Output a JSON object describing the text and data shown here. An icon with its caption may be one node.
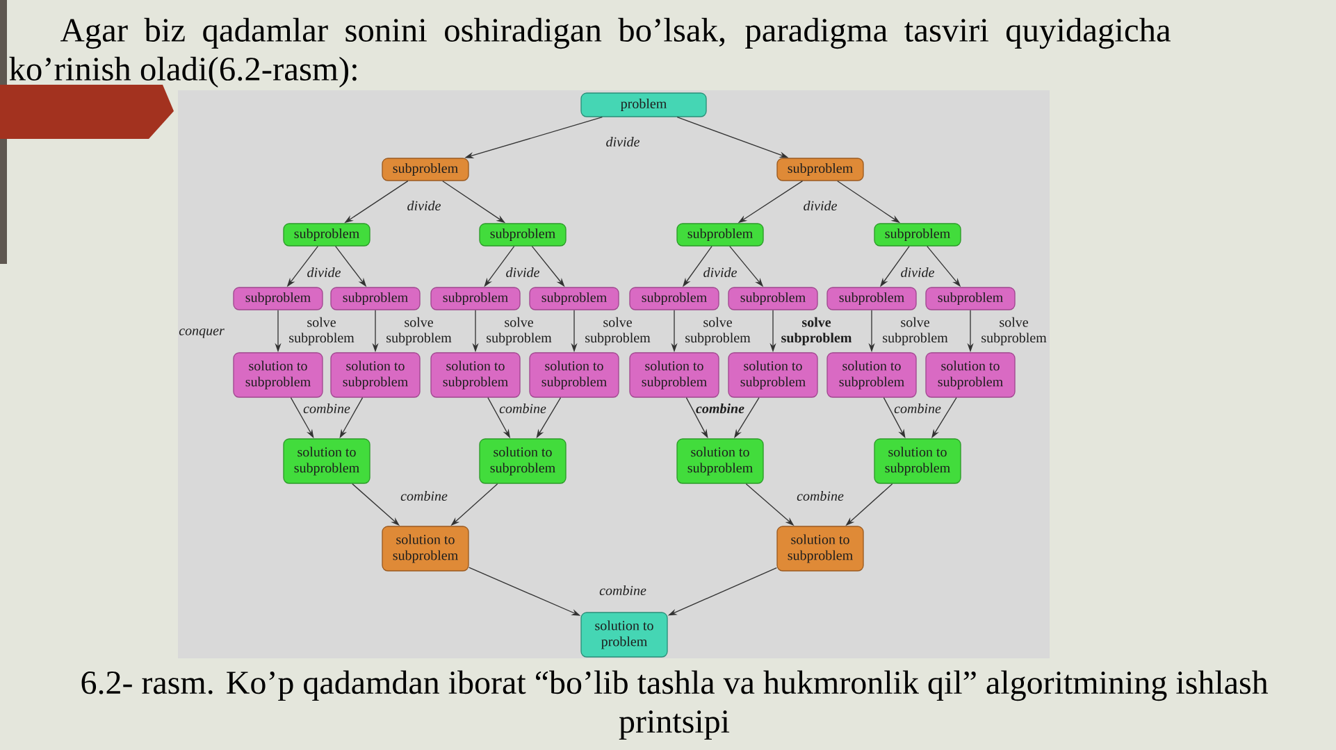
{
  "diagram": {
    "caption": "6.2- rasm. Ko’p qadamdan iborat “bo’lib tashla va hukmronlik qil” algoritmining ishlash printsipi",
    "nodes": [
      {
        "text": [
          "problem"
        ]
      },
      {
        "text": [
          "subproblem"
        ]
      },
      {
        "text": [
          "subproblem"
        ]
      },
      {
        "text": [
          "subproblem"
        ]
      },
      {
        "text": [
          "subproblem"
        ]
      },
      {
        "text": [
          "subproblem"
        ]
      },
      {
        "text": [
          "subproblem"
        ]
      },
      {
        "text": [
          "subproblem"
        ]
      },
      {
        "text": [
          "subproblem"
        ]
      },
      {
        "text": [
          "subproblem"
        ]
      },
      {
        "text": [
          "subproblem"
        ]
      },
      {
        "text": [
          "subproblem"
        ]
      },
      {
        "text": [
          "subproblem"
        ]
      },
      {
        "text": [
          "subproblem"
        ]
      },
      {
        "text": [
          "subproblem"
        ]
      },
      {
        "text": [
          "solution to subproblem"
        ]
      },
      {
        "text": [
          "solution to subproblem"
        ]
      },
      {
        "text": [
          "solution to subproblem"
        ]
      },
      {
        "text": [
          "solution to subproblem"
        ]
      },
      {
        "text": [
          "solution to subproblem"
        ]
      },
      {
        "text": [
          "solution to subproblem"
        ]
      },
      {
        "text": [
          "solution to subproblem"
        ]
      },
      {
        "text": [
          "solution to subproblem"
        ]
      },
      {
        "text": [
          "solution to subproblem"
        ]
      },
      {
        "text": [
          "solution to subproblem"
        ]
      },
      {
        "text": [
          "solution to subproblem"
        ]
      },
      {
        "text": [
          "solution to subproblem"
        ]
      },
      {
        "text": [
          "solution to subproblem"
        ]
      },
      {
        "text": [
          "solution to subproblem"
        ]
      },
      {
        "text": [
          "solution to problem"
        ]
      }
    ],
    "edges": [
      {
        "from": 0,
        "to": 1,
        "arrow": "to"
      },
      {
        "from": 0,
        "to": 2,
        "arrow": "to"
      },
      {
        "from": 1,
        "to": 3,
        "arrow": "to"
      },
      {
        "from": 1,
        "to": 4,
        "arrow": "to"
      },
      {
        "from": 2,
        "to": 5,
        "arrow": "to"
      },
      {
        "from": 2,
        "to": 6,
        "arrow": "to"
      },
      {
        "from": 3,
        "to": 7,
        "arrow": "to"
      },
      {
        "from": 3,
        "to": 8,
        "arrow": "to"
      },
      {
        "from": 4,
        "to": 9,
        "arrow": "to"
      },
      {
        "from": 4,
        "to": 10,
        "arrow": "to"
      },
      {
        "from": 5,
        "to": 11,
        "arrow": "to"
      },
      {
        "from": 5,
        "to": 12,
        "arrow": "to"
      },
      {
        "from": 6,
        "to": 13,
        "arrow": "to"
      },
      {
        "from": 6,
        "to": 14,
        "arrow": "to"
      },
      {
        "from": 7,
        "to": 15,
        "arrow": "to",
        "label": "solve subproblem"
      },
      {
        "from": 8,
        "to": 16,
        "arrow": "to",
        "label": "solve subproblem"
      },
      {
        "from": 9,
        "to": 17,
        "arrow": "to",
        "label": "solve subproblem"
      },
      {
        "from": 10,
        "to": 18,
        "arrow": "to",
        "label": "solve subproblem"
      },
      {
        "from": 11,
        "to": 19,
        "arrow": "to",
        "label": "solve subproblem"
      },
      {
        "from": 12,
        "to": 20,
        "arrow": "to",
        "label": "solve subproblem"
      },
      {
        "from": 13,
        "to": 21,
        "arrow": "to",
        "label": "solve subproblem"
      },
      {
        "from": 14,
        "to": 22,
        "arrow": "to",
        "label": "solve subproblem"
      },
      {
        "from": 15,
        "to": 23,
        "arrow": "to"
      },
      {
        "from": 16,
        "to": 23,
        "arrow": "to"
      },
      {
        "from": 17,
        "to": 24,
        "arrow": "to"
      },
      {
        "from": 18,
        "to": 24,
        "arrow": "to"
      },
      {
        "from": 19,
        "to": 25,
        "arrow": "to"
      },
      {
        "from": 20,
        "to": 25,
        "arrow": "to"
      },
      {
        "from": 21,
        "to": 26,
        "arrow": "to"
      },
      {
        "from": 22,
        "to": 26,
        "arrow": "to"
      },
      {
        "from": 23,
        "to": 27,
        "arrow": "to"
      },
      {
        "from": 24,
        "to": 27,
        "arrow": "to"
      },
      {
        "from": 25,
        "to": 28,
        "arrow": "to"
      },
      {
        "from": 26,
        "to": 28,
        "arrow": "to"
      },
      {
        "from": 27,
        "to": 29,
        "arrow": "to"
      },
      {
        "from": 28,
        "to": 29,
        "arrow": "to"
      }
    ],
    "labels": [
      "Agar biz qadamlar sonini oshiradigan bo’lsak, paradigma tasviri quyidagicha ko’rinish oladi(6.2-rasm):",
      "divide",
      "divide",
      "divide",
      "divide",
      "divide",
      "divide",
      "divide",
      "conquer",
      "combine",
      "combine",
      "combine",
      "combine",
      "combine",
      "combine",
      "combine"
    ]
  }
}
